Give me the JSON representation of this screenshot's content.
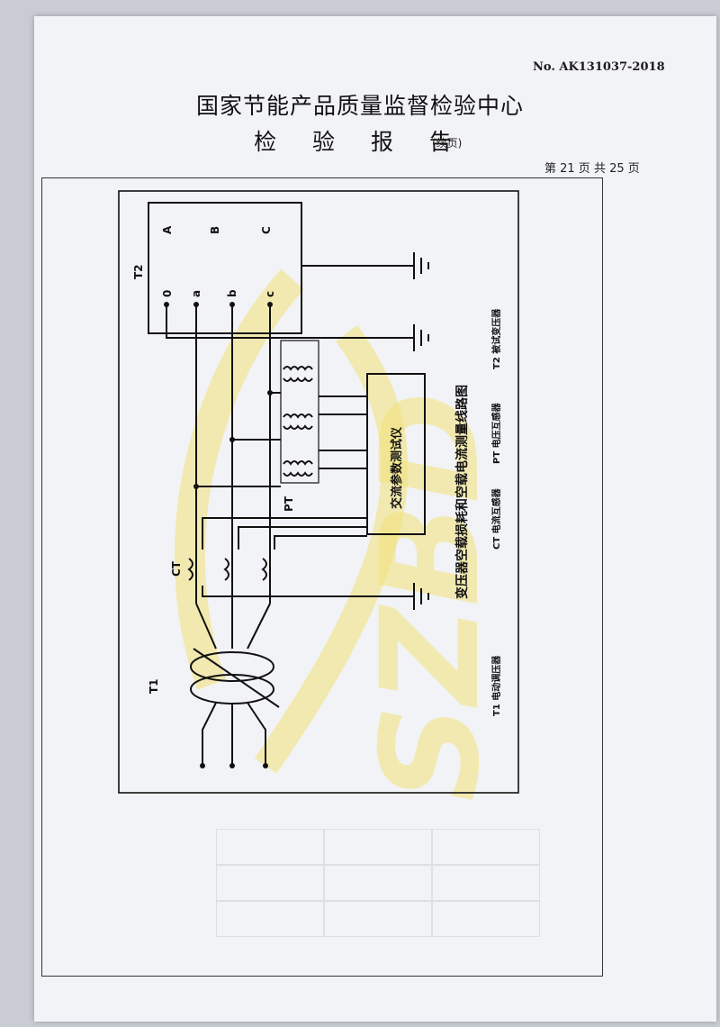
{
  "header": {
    "report_no": "No. AK131037-2018",
    "organization": "国家节能产品质量监督检验中心",
    "report_title": "检 验 报 告",
    "continued": "(续页)",
    "page_count": "第 21 页   共 25 页"
  },
  "diagram": {
    "title": "变压器空载损耗和空载电流测量线路图",
    "labels": {
      "t2": "T2",
      "t1": "T1",
      "ct": "CT",
      "pt": "PT",
      "analyzer": "交流参数测试仪",
      "hv_A": "A",
      "hv_B": "B",
      "hv_C": "C",
      "lv_0": "0",
      "lv_a": "a",
      "lv_b": "b",
      "lv_c": "c"
    },
    "legend": {
      "t1": "T1  电动调压器",
      "ct": "CT  电流互感器",
      "pt": "PT  电压互感器",
      "t2": "T2  被试变压器"
    }
  },
  "watermark": {
    "text": "SZBD"
  },
  "colors": {
    "line": "#111111",
    "watermark": "#f3e27a"
  }
}
